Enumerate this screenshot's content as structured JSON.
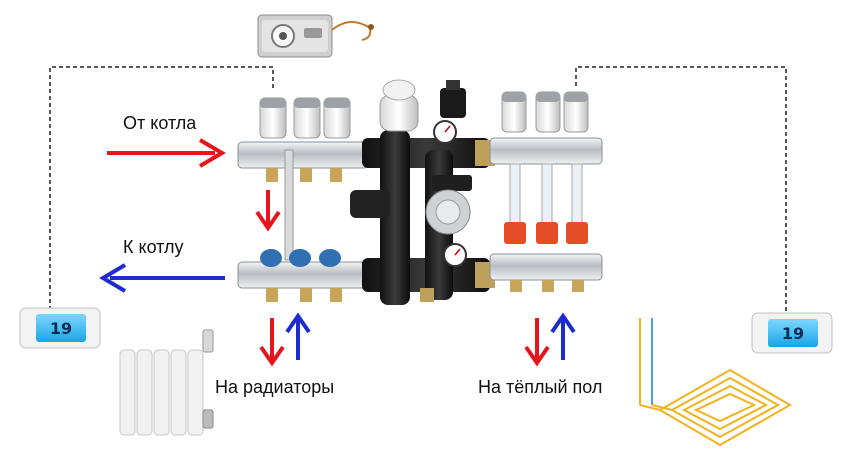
{
  "labels": {
    "from_boiler": "От котла",
    "to_boiler": "К котлу",
    "to_radiators": "На радиаторы",
    "to_floor": "На тёплый пол"
  },
  "thermostats": {
    "left_display": "19",
    "right_display": "19"
  },
  "colors": {
    "supply_arrow": "#e8141c",
    "return_arrow": "#1c2ccf",
    "dashed_line": "#222222",
    "floor_pipe": "#f2b21b",
    "brass": "#c8a55a",
    "steel": "#c9ccd0",
    "black_unit": "#1e1e1e"
  }
}
